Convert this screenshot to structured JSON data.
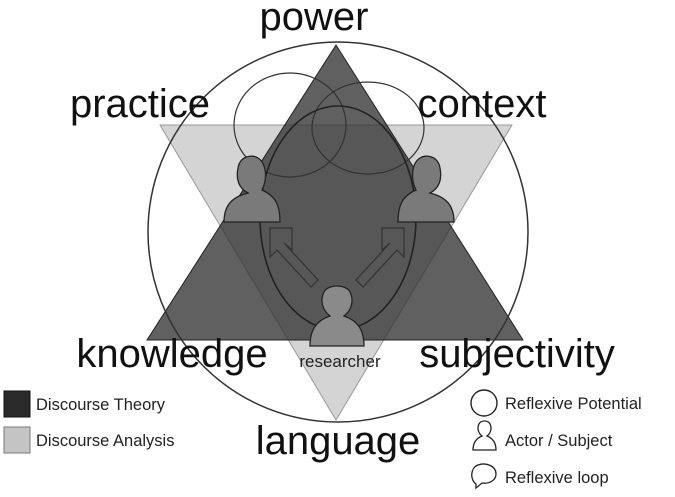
{
  "concepts": {
    "top": "power",
    "upper_left": "practice",
    "upper_right": "context",
    "lower_left": "knowledge",
    "lower_right": "subjectivity",
    "bottom": "language"
  },
  "researcher_label": "researcher",
  "legend_left": [
    {
      "label": "Discourse Theory",
      "swatch_color": "#2a2a2a",
      "icon": "dark-swatch"
    },
    {
      "label": "Discourse Analysis",
      "swatch_color": "#c4c4c4",
      "icon": "light-swatch"
    }
  ],
  "legend_right": [
    {
      "label": "Reflexive Potential",
      "icon": "circle-icon"
    },
    {
      "label": "Actor  / Subject",
      "icon": "person-icon"
    },
    {
      "label": "Reflexive loop",
      "icon": "speech-bubble-icon"
    }
  ],
  "colors": {
    "discourse_theory_triangle": "#4e4e4e",
    "discourse_analysis_triangle": "#d4d4d4",
    "outline": "#333333",
    "person_fill": "#7a7a7a"
  }
}
